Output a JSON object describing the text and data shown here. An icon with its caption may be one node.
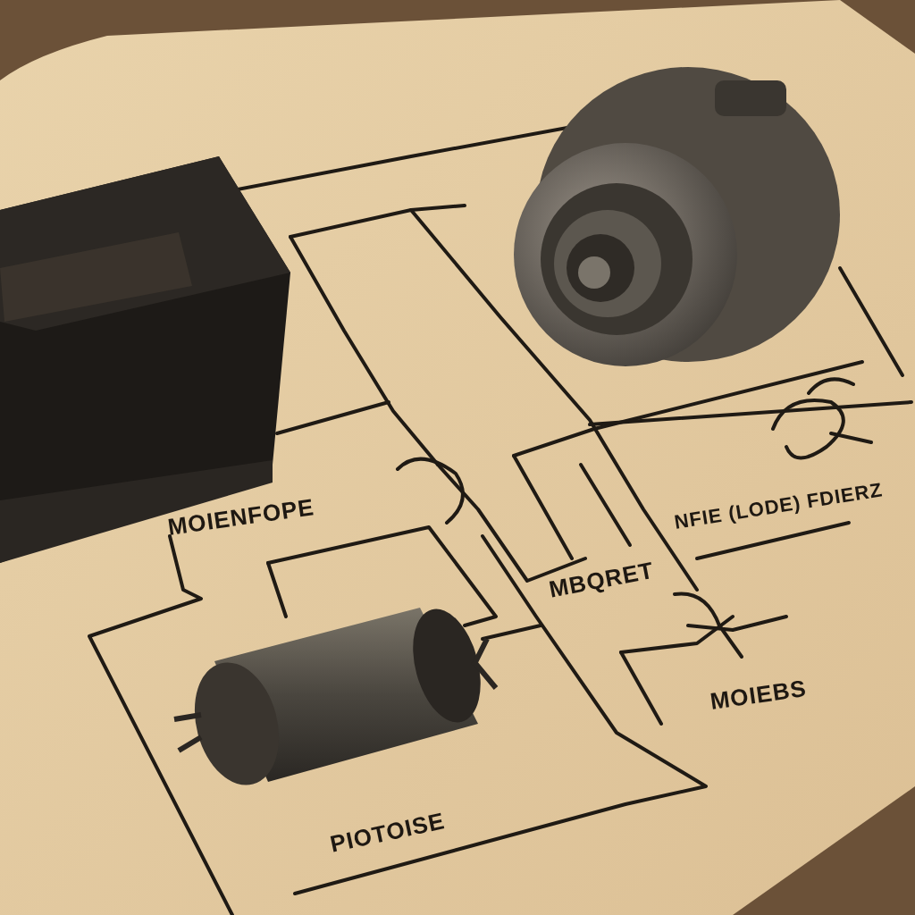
{
  "diagram": {
    "labels": [
      "MOIENFOPE",
      "NFIE (LODE) FDIERZ",
      "MBQRET",
      "MOIEBS",
      "PIOTOISE"
    ]
  }
}
